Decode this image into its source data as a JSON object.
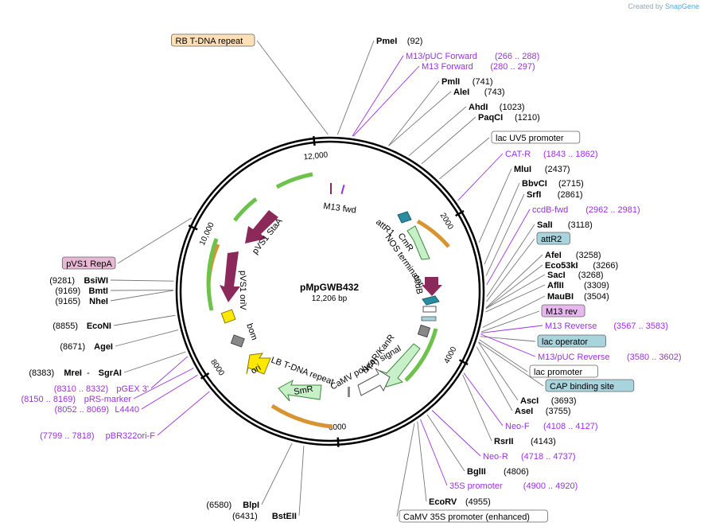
{
  "credit": {
    "prefix": "Created by",
    "brand": "SnapGene"
  },
  "plasmid": {
    "name": "pMpGWB432",
    "size_label": "12,206 bp",
    "length": 12206
  },
  "ticks": [
    {
      "label": "2000",
      "pos": 2000
    },
    {
      "label": "4000",
      "pos": 4000
    },
    {
      "label": "6000",
      "pos": 6000
    },
    {
      "label": "8000",
      "pos": 8000
    },
    {
      "label": "10,000",
      "pos": 10000
    },
    {
      "label": "12,000",
      "pos": 12000
    }
  ],
  "right_labels": [
    {
      "kind": "site",
      "name": "PmeI",
      "pos_text": "(92)",
      "pos": 92
    },
    {
      "kind": "primer",
      "name": "M13/pUC Forward",
      "pos_text": "(266 .. 288)",
      "pos": 277
    },
    {
      "kind": "primer",
      "name": "M13 Forward",
      "pos_text": "(280 .. 297)",
      "pos": 288
    },
    {
      "kind": "site",
      "name": "PmlI",
      "pos_text": "(741)",
      "pos": 741
    },
    {
      "kind": "site",
      "name": "AleI",
      "pos_text": "(743)",
      "pos": 743
    },
    {
      "kind": "site",
      "name": "AhdI",
      "pos_text": "(1023)",
      "pos": 1023
    },
    {
      "kind": "site",
      "name": "PaqCI",
      "pos_text": "(1210)",
      "pos": 1210
    },
    {
      "kind": "box",
      "name": "lac UV5 promoter",
      "pos": 1500,
      "fill": "#ffffff"
    },
    {
      "kind": "primer",
      "name": "CAT-R",
      "pos_text": "(1843 .. 1862)",
      "pos": 1852
    },
    {
      "kind": "site",
      "name": "MluI",
      "pos_text": "(2437)",
      "pos": 2437
    },
    {
      "kind": "site",
      "name": "BbvCI",
      "pos_text": "(2715)",
      "pos": 2715
    },
    {
      "kind": "site",
      "name": "SrfI",
      "pos_text": "(2861)",
      "pos": 2861
    },
    {
      "kind": "primer",
      "name": "ccdB-fwd",
      "pos_text": "(2962 .. 2981)",
      "pos": 2971
    },
    {
      "kind": "site",
      "name": "SalI",
      "pos_text": "(3118)",
      "pos": 3118
    },
    {
      "kind": "box",
      "name": "attR2",
      "pos": 3180,
      "fill": "#a8d4de"
    },
    {
      "kind": "site",
      "name": "AfeI",
      "pos_text": "(3258)",
      "pos": 3258
    },
    {
      "kind": "site",
      "name": "Eco53kI",
      "pos_text": "(3266)",
      "pos": 3266
    },
    {
      "kind": "site",
      "name": "SacI",
      "pos_text": "(3268)",
      "pos": 3268
    },
    {
      "kind": "site",
      "name": "AflII",
      "pos_text": "(3309)",
      "pos": 3309
    },
    {
      "kind": "site",
      "name": "MauBI",
      "pos_text": "(3504)",
      "pos": 3504
    },
    {
      "kind": "box",
      "name": "M13 rev",
      "pos": 3560,
      "fill": "#e6b8ee"
    },
    {
      "kind": "primer",
      "name": "M13 Reverse",
      "pos_text": "(3567 .. 3583)",
      "pos": 3575
    },
    {
      "kind": "box",
      "name": "lac operator",
      "pos": 3620,
      "fill": "#a8d4de"
    },
    {
      "kind": "primer",
      "name": "M13/pUC Reverse",
      "pos_text": "(3580 .. 3602)",
      "pos": 3591
    },
    {
      "kind": "box",
      "name": "lac promoter",
      "pos": 3660,
      "fill": "#ffffff"
    },
    {
      "kind": "box",
      "name": "CAP binding site",
      "pos": 3690,
      "fill": "#a8d4de"
    },
    {
      "kind": "site",
      "name": "AscI",
      "pos_text": "(3693)",
      "pos": 3693
    },
    {
      "kind": "site",
      "name": "AseI",
      "pos_text": "(3755)",
      "pos": 3755
    },
    {
      "kind": "primer",
      "name": "Neo-F",
      "pos_text": "(4108 .. 4127)",
      "pos": 4117
    },
    {
      "kind": "site",
      "name": "RsrII",
      "pos_text": "(4143)",
      "pos": 4143
    },
    {
      "kind": "primer",
      "name": "Neo-R",
      "pos_text": "(4718 .. 4737)",
      "pos": 4727
    },
    {
      "kind": "site",
      "name": "BglII",
      "pos_text": "(4806)",
      "pos": 4806
    },
    {
      "kind": "primer",
      "name": "35S promoter",
      "pos_text": "(4900 .. 4920)",
      "pos": 4910
    },
    {
      "kind": "site",
      "name": "EcoRV",
      "pos_text": "(4955)",
      "pos": 4955
    },
    {
      "kind": "box",
      "name": "CaMV 35S promoter (enhanced)",
      "pos": 5000,
      "fill": "#ffffff"
    }
  ],
  "left_labels": [
    {
      "kind": "box",
      "name": "RB T-DNA repeat",
      "pos": 12180,
      "fill": "#fde0b8"
    },
    {
      "kind": "box",
      "name": "pVS1 RepA",
      "pos": 10100,
      "fill": "#e6b8d4"
    },
    {
      "kind": "site",
      "name": "BsiWI",
      "pos_text": "(9281)",
      "pos": 9281
    },
    {
      "kind": "site",
      "name": "BmtI",
      "pos_text": "(9169)",
      "pos": 9169
    },
    {
      "kind": "site",
      "name": "NheI",
      "pos_text": "(9165)",
      "pos": 9165
    },
    {
      "kind": "site",
      "name": "EcoNI",
      "pos_text": "(8855)",
      "pos": 8855
    },
    {
      "kind": "site",
      "name": "AgeI",
      "pos_text": "(8671)",
      "pos": 8671
    },
    {
      "kind": "site2",
      "name": "MreI",
      "name2": "SgrAI",
      "pos_text": "(8383)",
      "pos": 8383
    },
    {
      "kind": "primer",
      "name": "pGEX 3'",
      "pos_text": "(8310 .. 8332)",
      "pos": 8321
    },
    {
      "kind": "primer",
      "name": "pRS-marker",
      "pos_text": "(8150 .. 8169)",
      "pos": 8159
    },
    {
      "kind": "primer",
      "name": "L4440",
      "pos_text": "(8052 .. 8069)",
      "pos": 8060
    },
    {
      "kind": "primer",
      "name": "pBR322ori-F",
      "pos_text": "(7799 .. 7818)",
      "pos": 7808
    },
    {
      "kind": "site",
      "name": "BlpI",
      "pos_text": "(6580)",
      "pos": 6580
    },
    {
      "kind": "site",
      "name": "BstEII",
      "pos_text": "(6431)",
      "pos": 6431
    }
  ],
  "features": [
    {
      "name": "M13 fwd",
      "label": "M13 fwd"
    },
    {
      "name": "attR1",
      "label": "attR1"
    },
    {
      "name": "CmR",
      "label": "CmR"
    },
    {
      "name": "NOS terminator",
      "label": "NOS terminator"
    },
    {
      "name": "ccdB",
      "label": "ccdB"
    },
    {
      "name": "NeoR/KanR",
      "label": "NeoR/KanR"
    },
    {
      "name": "CaMV poly(A) signal",
      "label": "CaMV poly(A) signal"
    },
    {
      "name": "LB T-DNA repeat",
      "label": "LB T-DNA repeat"
    },
    {
      "name": "SmR",
      "label": "SmR"
    },
    {
      "name": "ori",
      "label": "ori"
    },
    {
      "name": "bom",
      "label": "bom"
    },
    {
      "name": "pVS1 oriV",
      "label": "pVS1 oriV"
    },
    {
      "name": "pVS1 StaA",
      "label": "pVS1 StaA"
    }
  ],
  "colors": {
    "site_line": "#777777",
    "primer": "#9b30e0",
    "arrow_green": "#6cc24a",
    "arrow_orange": "#d89430",
    "maroon": "#8b2a5a",
    "teal": "#2a8ca0",
    "cmr_green": "#c8f0c8",
    "ori_yellow": "#ffe800"
  }
}
